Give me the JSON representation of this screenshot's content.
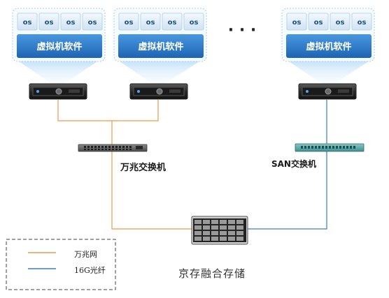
{
  "colors": {
    "ethernet_line": "#e59a4d",
    "fiber_line": "#3b7dc0",
    "vm_bar": "#2c79c9",
    "os_box": "#dbe9f6",
    "os_text": "#1d4f86"
  },
  "host_groups": [
    {
      "os_labels": [
        "os",
        "os",
        "os",
        "os"
      ],
      "vm_label": "虚拟机软件"
    },
    {
      "os_labels": [
        "os",
        "os",
        "os",
        "os"
      ],
      "vm_label": "虚拟机软件"
    },
    {
      "os_labels": [
        "os",
        "os",
        "os",
        "os"
      ],
      "vm_label": "虚拟机软件"
    }
  ],
  "ellipsis": "· · ·",
  "switch_10g": {
    "label": "万兆交换机",
    "icon": "network-switch-icon"
  },
  "switch_san": {
    "label": "SAN交换机",
    "icon": "san-switch-icon"
  },
  "storage": {
    "label": "京存融合存储",
    "icon": "storage-array-icon"
  },
  "legend": {
    "items": [
      {
        "label": "万兆网",
        "color": "#e59a4d"
      },
      {
        "label": "16G光纤",
        "color": "#3b7dc0"
      }
    ]
  }
}
